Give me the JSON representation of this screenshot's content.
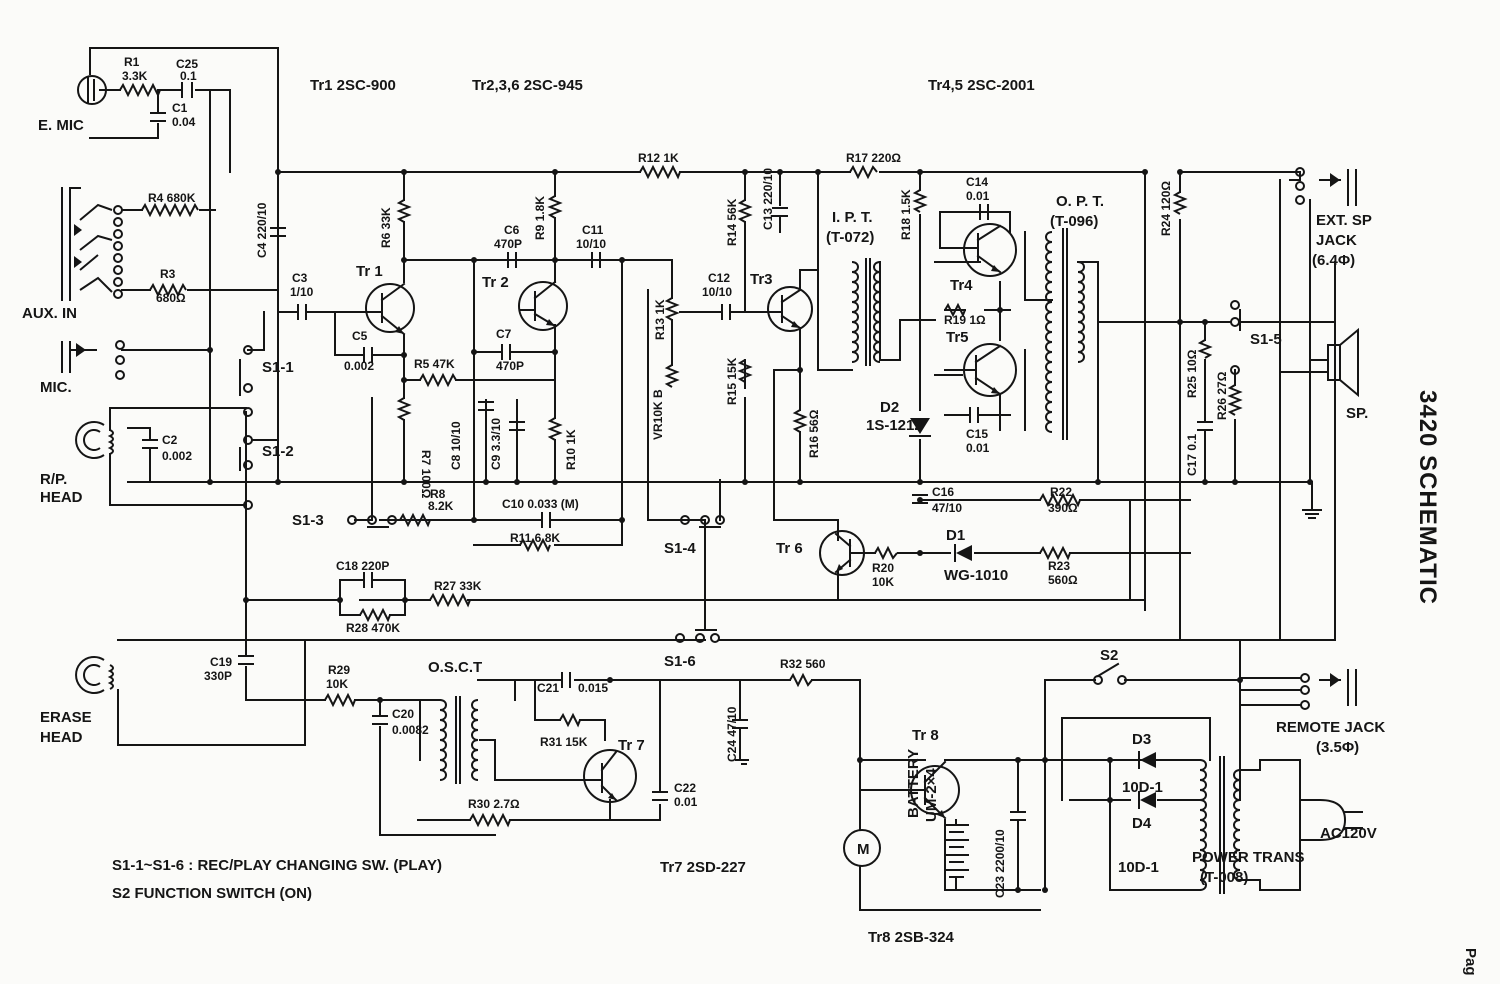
{
  "headings": {
    "tr1": "Tr1 2SC-900",
    "tr236": "Tr2,3,6 2SC-945",
    "tr45": "Tr4,5 2SC-2001",
    "tr7": "Tr7 2SD-227",
    "tr8": "Tr8 2SB-324",
    "title": "3420 SCHEMATIC",
    "page": "Pag"
  },
  "notes": [
    "S1-1~S1-6 : REC/PLAY CHANGING SW. (PLAY)",
    "S2 FUNCTION SWITCH (ON)"
  ],
  "ports": {
    "emic": "E. MIC",
    "auxin": "AUX. IN",
    "mic": "MIC.",
    "rphead1": "R/P.",
    "rphead2": "HEAD",
    "erase1": "ERASE",
    "erase2": "HEAD",
    "extsp1": "EXT. SP",
    "extsp2": "JACK",
    "extsp3": "(6.4Φ)",
    "sp": "SP.",
    "remote1": "REMOTE JACK",
    "remote2": "(3.5Φ)",
    "ac": "AC120V",
    "power1": "POWER TRANS",
    "power2": "(T-008)",
    "battery1": "BATTERY",
    "battery2": "UM-2×4",
    "motor": "M"
  },
  "transistors": {
    "tr1": "Tr 1",
    "tr2": "Tr 2",
    "tr3": "Tr3",
    "tr4": "Tr4",
    "tr5": "Tr5",
    "tr6": "Tr 6",
    "tr7": "Tr 7",
    "tr8": "Tr 8"
  },
  "switches": {
    "s11": "S1-1",
    "s12": "S1-2",
    "s13": "S1-3",
    "s14": "S1-4",
    "s15": "S1-5",
    "s16": "S1-6",
    "s2": "S2"
  },
  "transformers": {
    "ipt1": "I. P. T.",
    "ipt2": "(T-072)",
    "opt1": "O. P. T.",
    "opt2": "(T-096)",
    "osct": "O.S.C.T"
  },
  "components": {
    "r1a": "R1",
    "r1b": "3.3K",
    "c25a": "C25",
    "c25b": "0.1",
    "c1a": "C1",
    "c1b": "0.04",
    "r4": "R4 680K",
    "r3a": "R3",
    "r3b": "680Ω",
    "c4": "C4 220/10",
    "c3a": "C3",
    "c3b": "1/10",
    "r6": "R6 33K",
    "c5a": "C5",
    "c5b": "0.002",
    "r5": "R5 47K",
    "r7": "R7 100Ω",
    "c8": "C8 10/10",
    "c6a": "C6",
    "c6b": "470P",
    "r9": "R9 1.8K",
    "c7a": "C7",
    "c7b": "470P",
    "c9": "C9 3.3/10",
    "r10": "R10 1K",
    "c11a": "C11",
    "c11b": "10/10",
    "r12": "R12 1K",
    "r13": "R13 1K",
    "vr": "VR10K B",
    "r14": "R14 56K",
    "r15": "R15 15K",
    "c12a": "C12",
    "c12b": "10/10",
    "c13": "C13 220/10",
    "r16": "R16 56Ω",
    "r17": "R17 220Ω",
    "r18": "R18 1.5K",
    "d2a": "D2",
    "d2b": "1S-1212",
    "c14a": "C14",
    "c14b": "0.01",
    "r19": "R19 1Ω",
    "c15a": "C15",
    "c15b": "0.01",
    "c16a": "C16",
    "c16b": "47/10",
    "r22a": "R22",
    "r22b": "390Ω",
    "d1a": "D1",
    "d1b": "WG-1010",
    "r23a": "R23",
    "r23b": "560Ω",
    "r20a": "R20",
    "r20b": "10K",
    "r24": "R24 120Ω",
    "r25": "R25 10Ω",
    "r26": "R26 27Ω",
    "c17": "C17 0.1",
    "c2a": "C2",
    "c2b": "0.002",
    "r8a": "R8",
    "r8b": "8.2K",
    "c10": "C10 0.033 (M)",
    "r11": "R11 6.8K",
    "c18": "C18 220P",
    "r27": "R27 33K",
    "r28": "R28 470K",
    "c19a": "C19",
    "c19b": "330P",
    "r29a": "R29",
    "r29b": "10K",
    "c20a": "C20",
    "c20b": "0.0082",
    "c21a": "C21",
    "c21b": "0.015",
    "r31": "R31 15K",
    "r30": "R30 2.7Ω",
    "c22a": "C22",
    "c22b": "0.01",
    "r32": "R32 560",
    "c24": "C24 47/10",
    "c23": "C23 2200/10",
    "d3a": "D3",
    "d3b": "10D-1",
    "d4a": "D4",
    "d4b": "10D-1"
  }
}
